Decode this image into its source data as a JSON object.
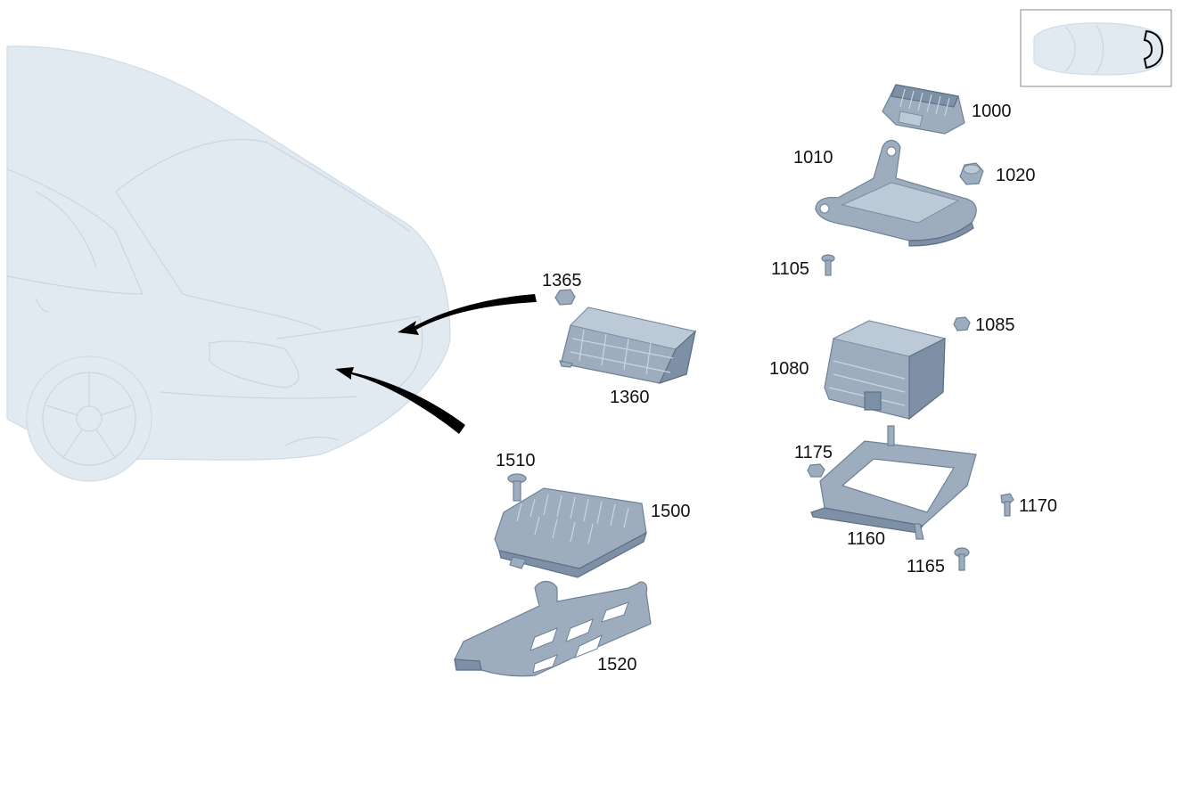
{
  "diagram": {
    "parts": [
      {
        "id": "part-1000",
        "label": "1000"
      },
      {
        "id": "part-1010",
        "label": "1010"
      },
      {
        "id": "part-1020",
        "label": "1020"
      },
      {
        "id": "part-1105",
        "label": "1105"
      },
      {
        "id": "part-1085",
        "label": "1085"
      },
      {
        "id": "part-1080",
        "label": "1080"
      },
      {
        "id": "part-1175",
        "label": "1175"
      },
      {
        "id": "part-1170",
        "label": "1170"
      },
      {
        "id": "part-1160",
        "label": "1160"
      },
      {
        "id": "part-1165",
        "label": "1165"
      },
      {
        "id": "part-1365",
        "label": "1365"
      },
      {
        "id": "part-1360",
        "label": "1360"
      },
      {
        "id": "part-1510",
        "label": "1510"
      },
      {
        "id": "part-1500",
        "label": "1500"
      },
      {
        "id": "part-1520",
        "label": "1520"
      }
    ]
  },
  "colors": {
    "car": "#e1eaf1",
    "part": "#9dadbe",
    "part_outline": "#6e8297",
    "arrow": "#000000",
    "label": "#111111"
  },
  "icons": {
    "locator": "car-location-icon"
  }
}
